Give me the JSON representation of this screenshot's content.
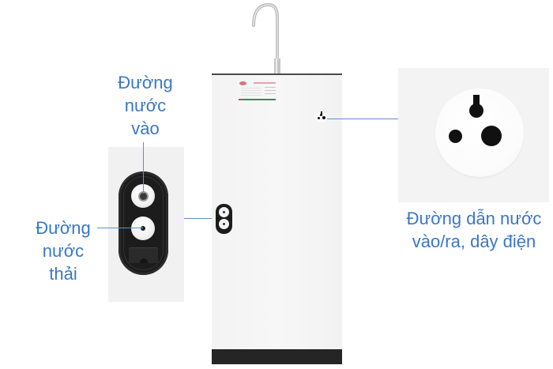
{
  "diagram": {
    "subject": "water purifier cabinet with faucet",
    "accent_color": "#3a78c3",
    "callouts": [
      {
        "id": "inlet",
        "lines": [
          "Đường",
          "nước",
          "vào"
        ]
      },
      {
        "id": "drain",
        "lines": [
          "Đường",
          "nước",
          "thải"
        ]
      },
      {
        "id": "side-port",
        "lines": [
          "Đường dẫn nước",
          "vào/ra, dây điện"
        ]
      }
    ]
  }
}
